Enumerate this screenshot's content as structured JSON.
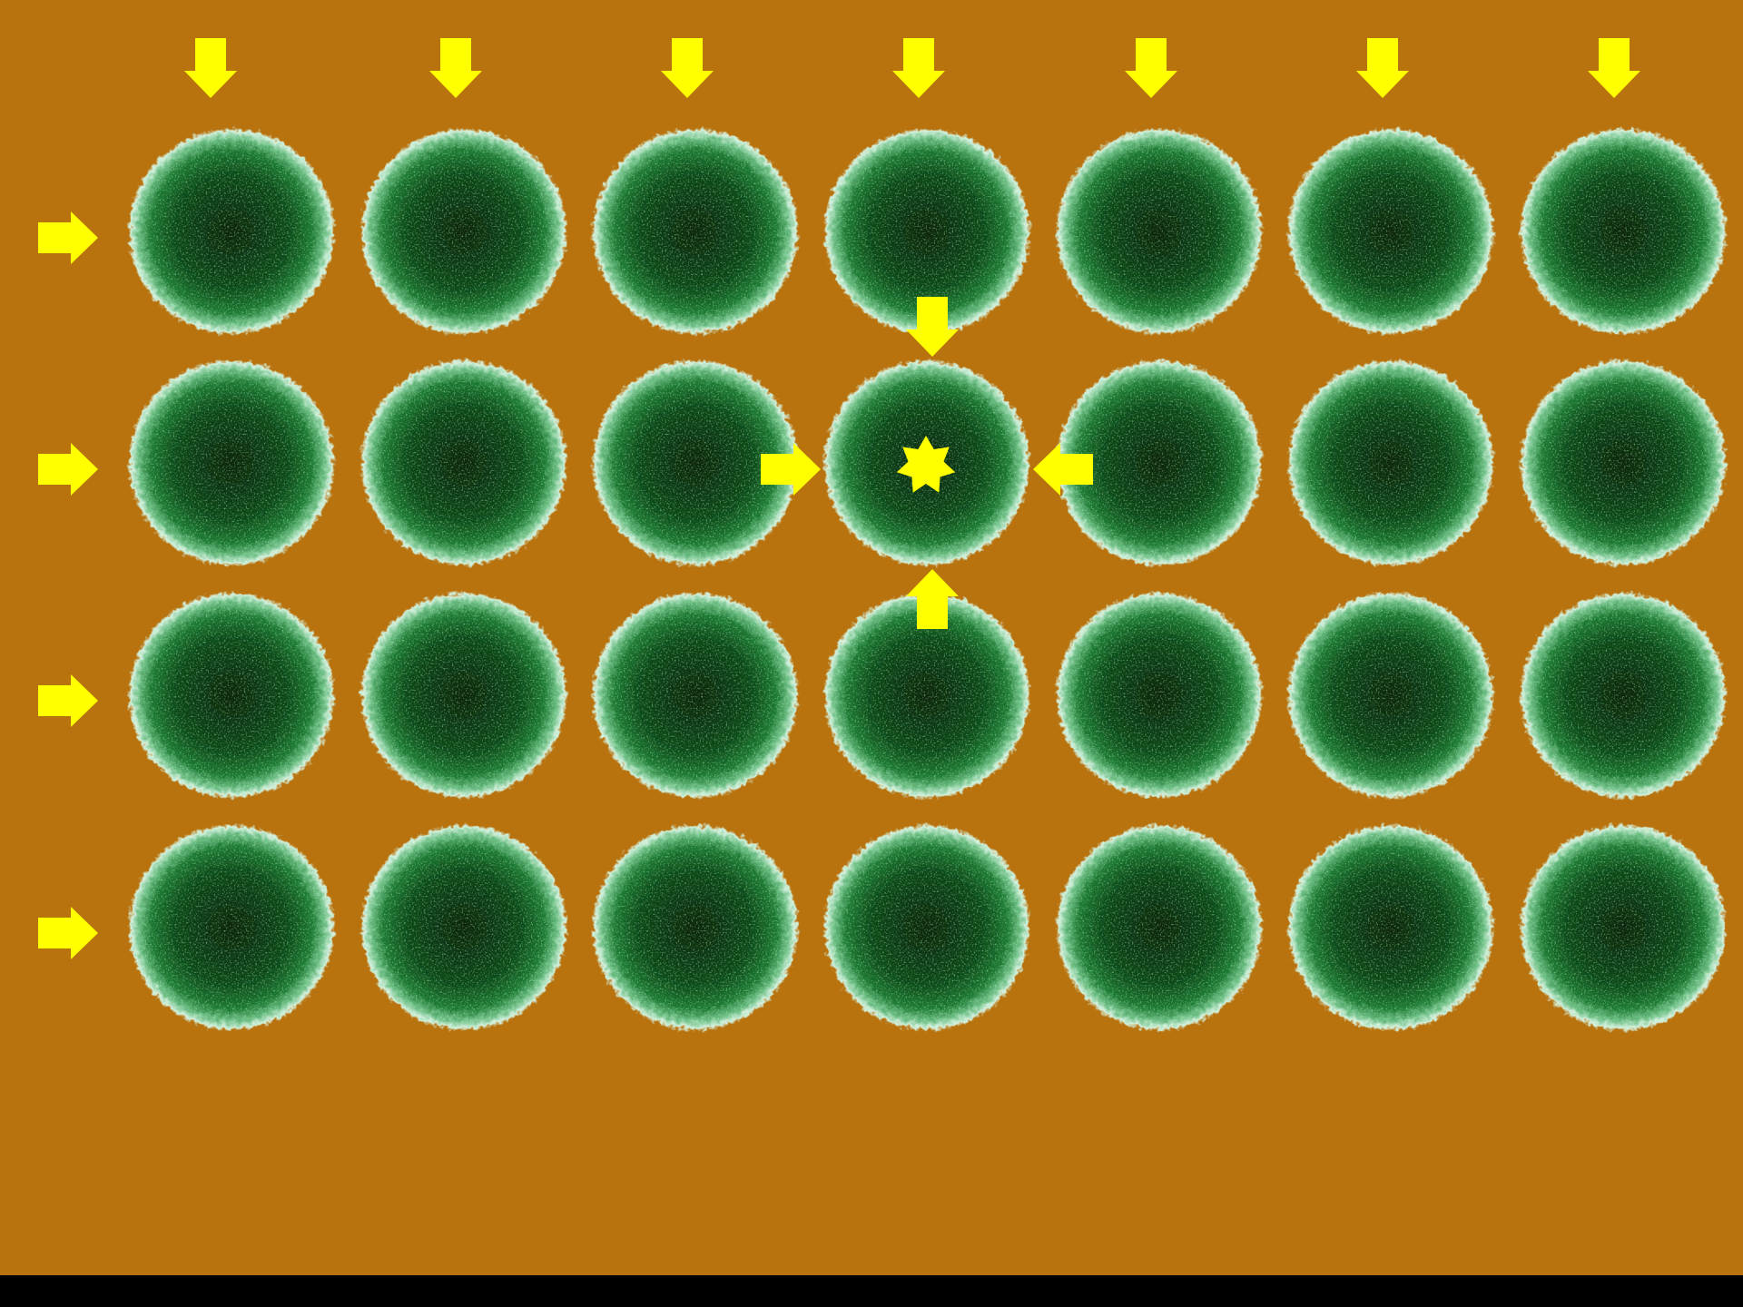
{
  "colors": {
    "background": "#B8730F",
    "footer": "#000000",
    "arrow": "#FFFF00",
    "marker": "#FFFF00",
    "cell_dark": "#0B3A14",
    "cell_mid": "#1C6B2C",
    "cell_light": "#BFE9CF"
  },
  "grid": {
    "rows": 4,
    "columns": 7
  },
  "arrows": {
    "column_indicators": {
      "count": 7,
      "direction": "down",
      "icon": "arrow-down-icon"
    },
    "row_indicators": {
      "count": 4,
      "direction": "right",
      "icon": "arrow-right-icon"
    }
  },
  "highlight": {
    "row": 2,
    "column": 4,
    "marker_icon": "star-icon",
    "pointer_arrows": [
      "down",
      "up",
      "right",
      "left"
    ]
  }
}
